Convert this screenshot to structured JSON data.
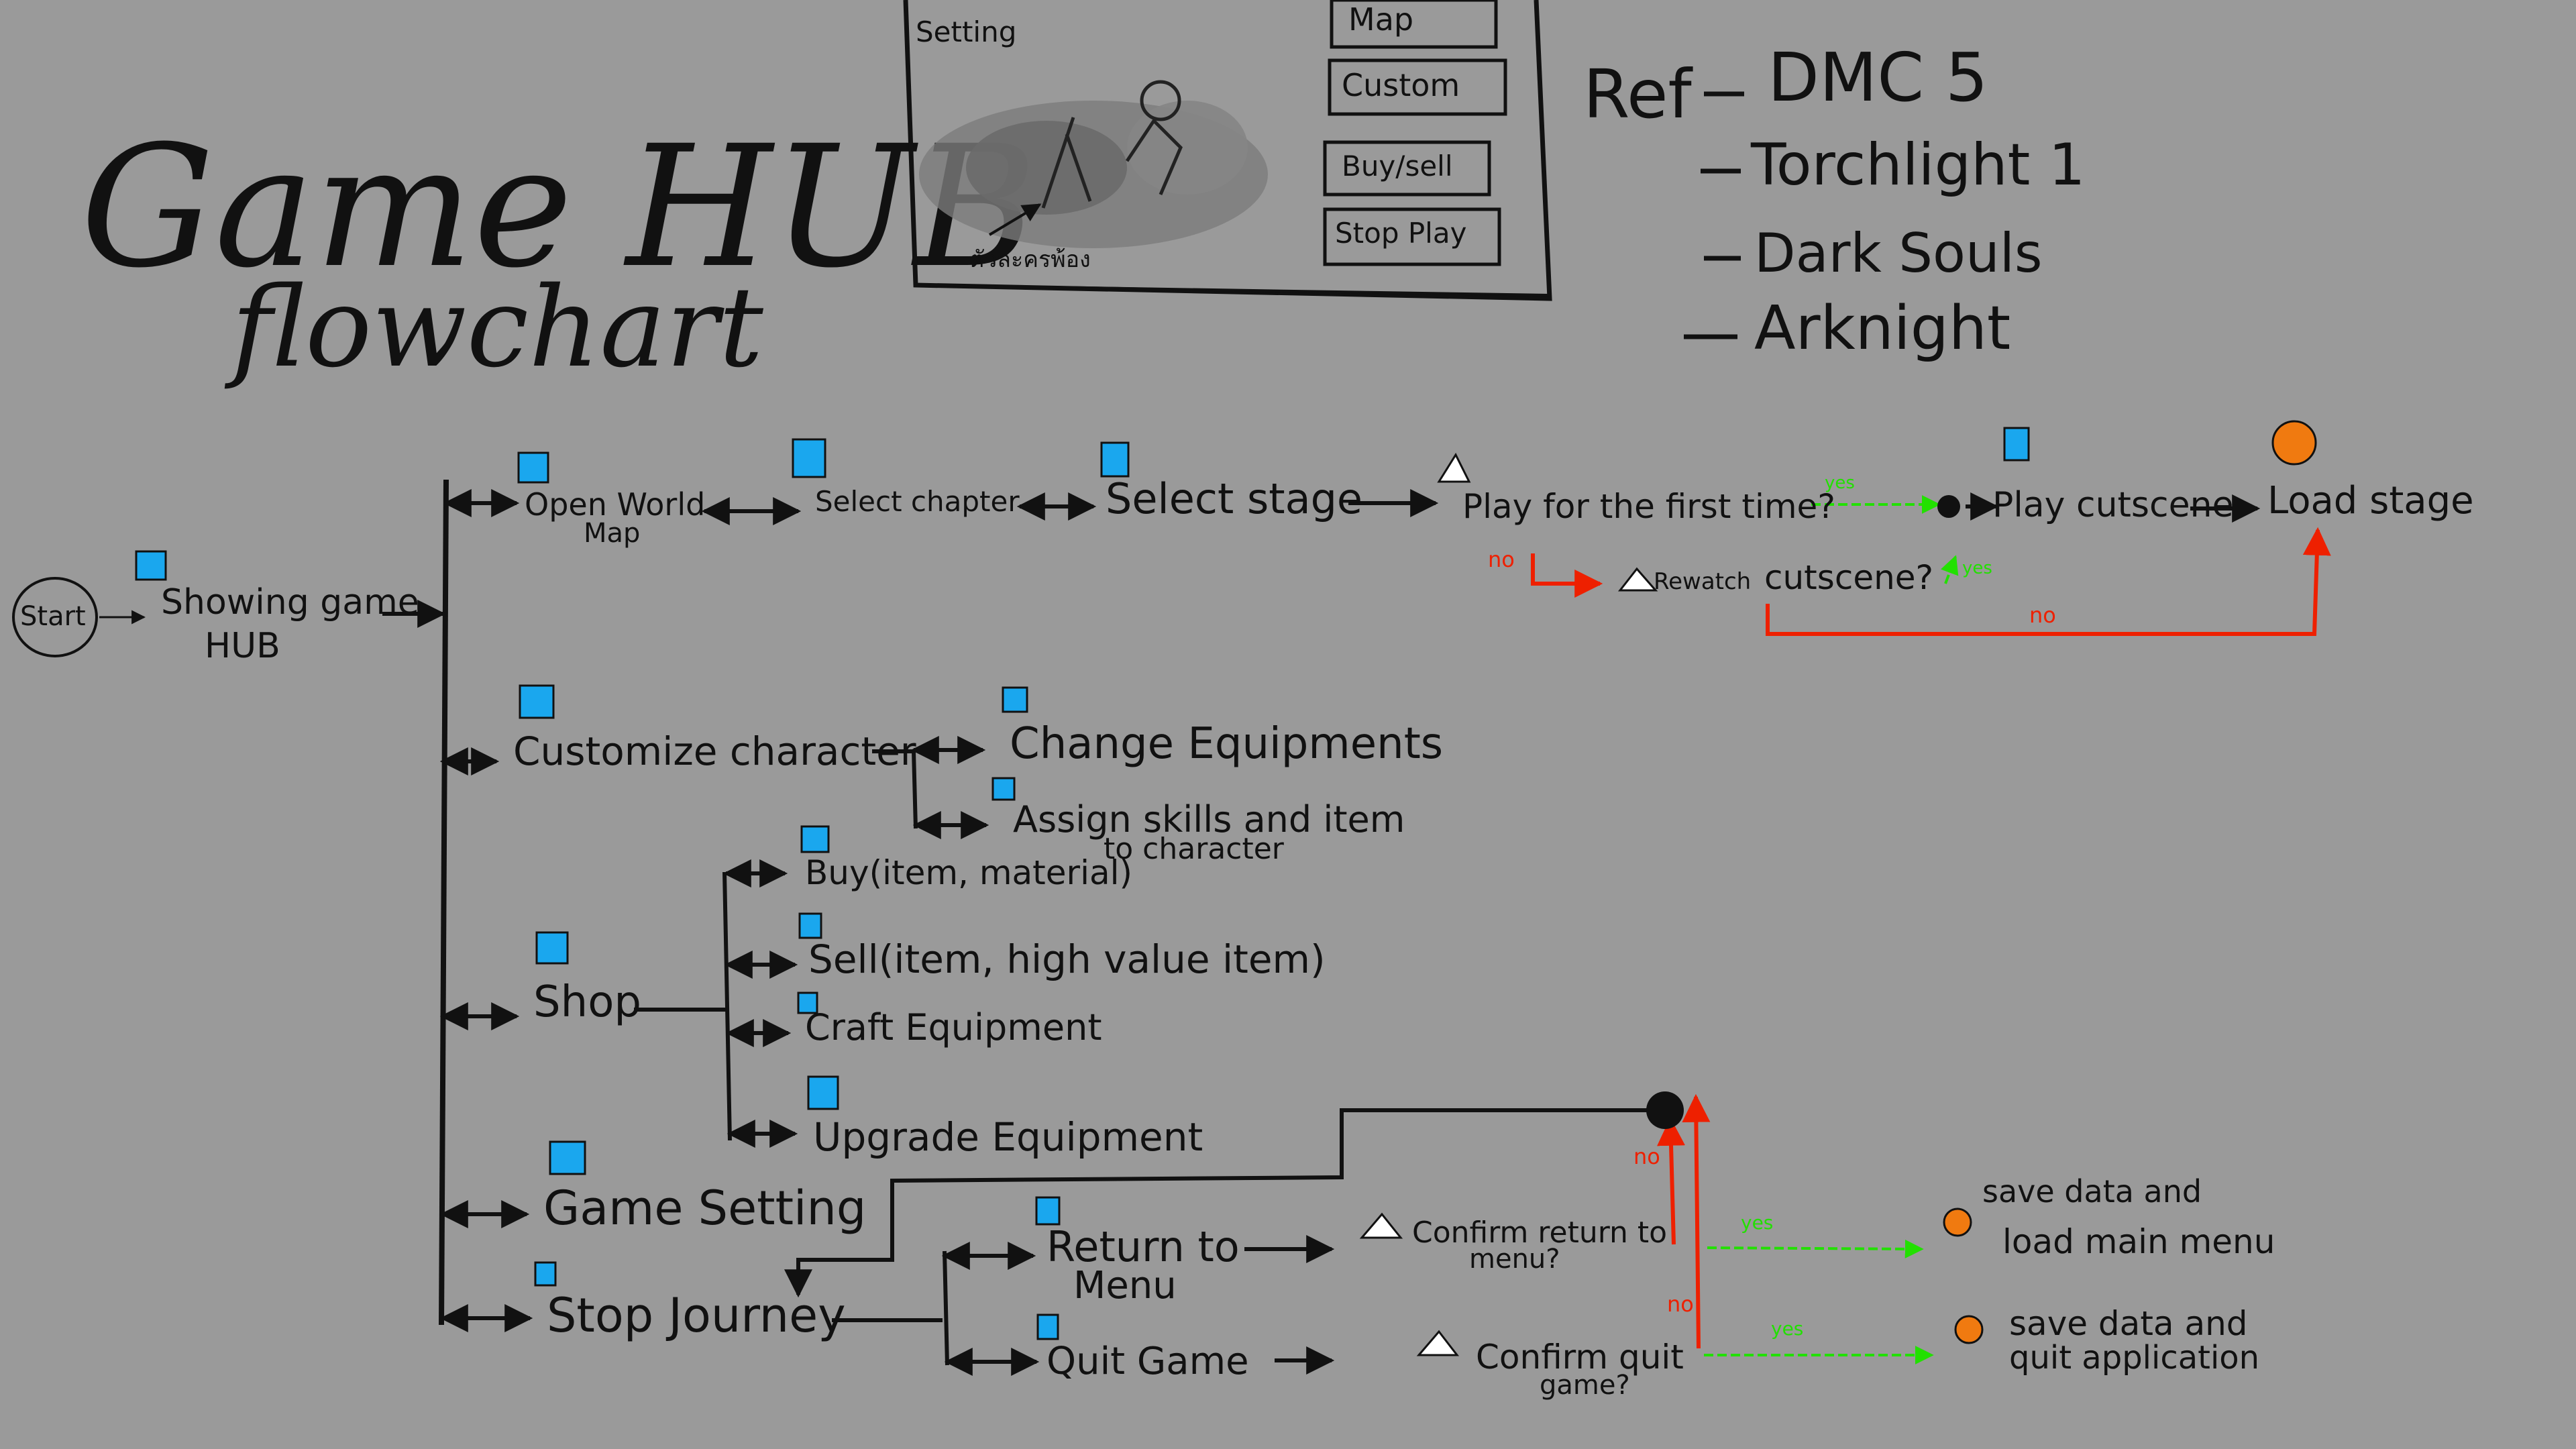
{
  "colors": {
    "background": "#9a9a9a",
    "ink": "#111111",
    "yes": "#22e000",
    "no": "#ee2000",
    "task_marker": "#1aa7ee",
    "end_marker": "#f07a10",
    "decision_marker": "#ffffff"
  },
  "title": {
    "line1": "Game HUB",
    "line2": "flowchart"
  },
  "reference": {
    "prefix": "Ref",
    "items": [
      "DMC 5",
      "Torchlight 1",
      "Dark Souls",
      "Arknight"
    ]
  },
  "mockup": {
    "label": "Setting",
    "caption": "ตัวละครพ้อง",
    "buttons": [
      "Map",
      "Custom",
      "Buy/sell",
      "Stop Play"
    ]
  },
  "flow": {
    "start": "Start",
    "hub": [
      "Showing game",
      "HUB"
    ],
    "open_world": {
      "label": [
        "Open World",
        "Map"
      ],
      "chapter": "Select chapter",
      "stage": "Select stage",
      "decision_first": "Play for the first time?",
      "decision_rewatch": [
        "Rewatch",
        "cutscene?"
      ],
      "cutscene": "Play cutscene",
      "load_stage": "Load stage"
    },
    "customize": {
      "label": "Customize character",
      "change": "Change Equipments",
      "assign": [
        "Assign skills and item",
        "to character"
      ]
    },
    "shop": {
      "label": "Shop",
      "buy": "Buy(item, material)",
      "sell": "Sell(item, high value item)",
      "craft": "Craft Equipment",
      "upgrade": "Upgrade Equipment"
    },
    "game_setting": "Game Setting",
    "stop_journey": {
      "label": "Stop Journey",
      "return": [
        "Return to",
        "Menu"
      ],
      "quit": "Quit Game",
      "confirm_return": [
        "Confirm return to",
        "menu?"
      ],
      "confirm_quit": [
        "Confirm quit",
        "game?"
      ],
      "end_return": [
        "save data and",
        "load main menu"
      ],
      "end_quit": [
        "save data and",
        "quit application"
      ]
    },
    "yes": "yes",
    "no": "no"
  }
}
